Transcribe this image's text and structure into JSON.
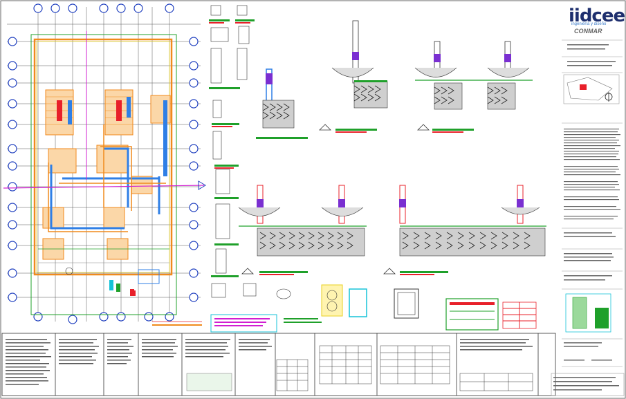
{
  "title_block": {
    "logo": "iidcee",
    "logo_subtitle": "ingeniería y diseño",
    "client": "CONMAR"
  },
  "colors": {
    "grid_bubble": "#1f3fbf",
    "axis_line": "#2a2a2a",
    "footing_hatch": "#f08a1c",
    "column_red": "#e8202a",
    "column_blue": "#2f7fe6",
    "dim_green": "#1fa02a",
    "magenta": "#d11fd1",
    "cyan": "#16c3d8",
    "yellow": "#e8d020"
  }
}
